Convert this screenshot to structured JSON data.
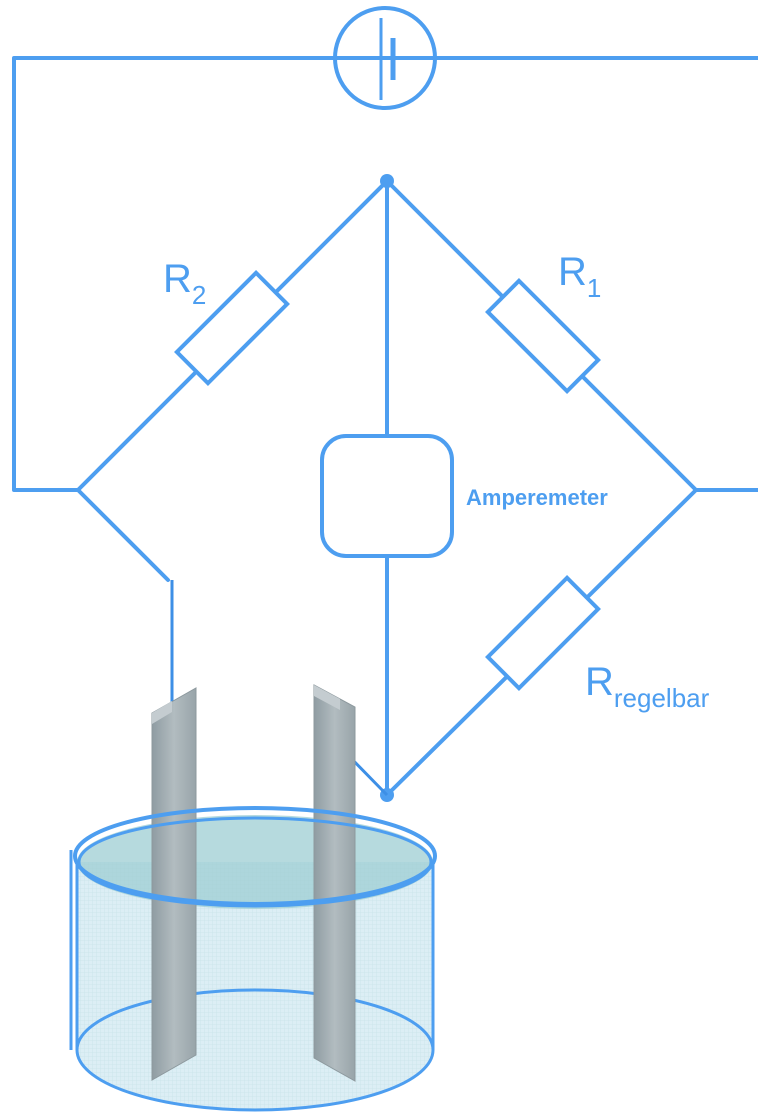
{
  "labels": {
    "r1": {
      "main": "R",
      "sub": "1"
    },
    "r2": {
      "main": "R",
      "sub": "2"
    },
    "r_regelbar": {
      "main": "R",
      "sub": "regelbar"
    },
    "ammeter": "Amperemeter"
  },
  "colors": {
    "wire": "#4d9ef0",
    "liquid": "#a9d3da",
    "electrode": "#9aa6ab"
  }
}
